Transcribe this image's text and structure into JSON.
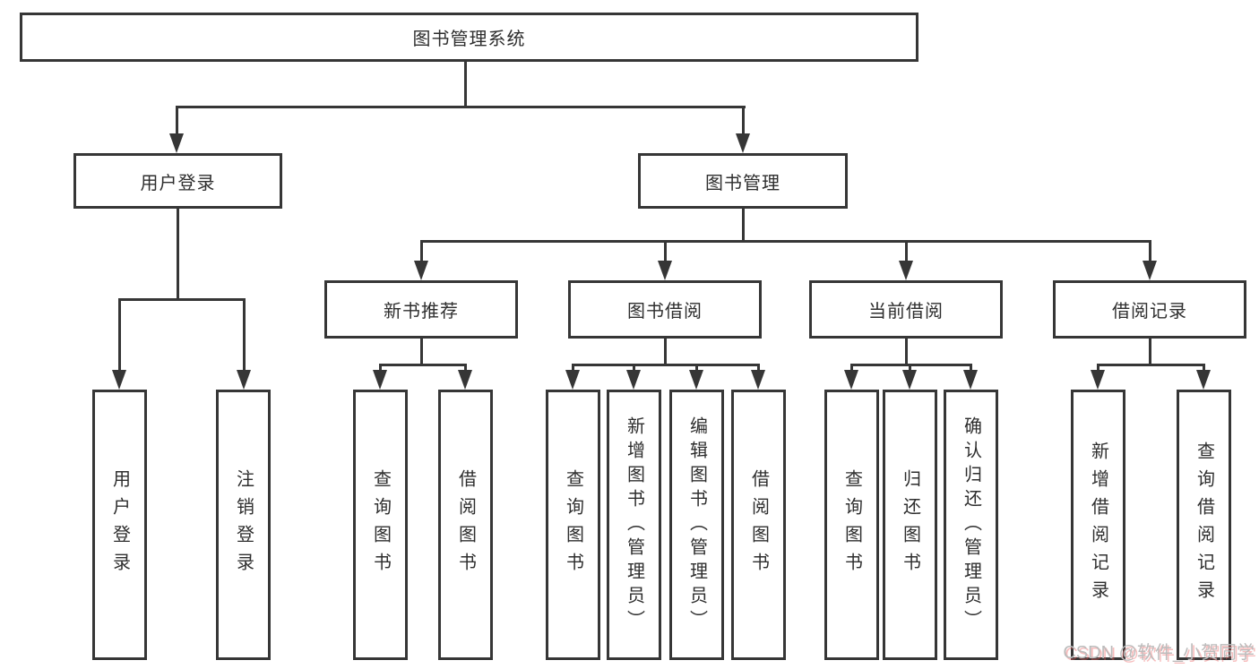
{
  "page": {
    "background": "#ffffff",
    "line_color": "#363636"
  },
  "nodes": {
    "root": "图书管理系统",
    "user_login": "用户登录",
    "book_mgmt": "图书管理",
    "new_book_rec": "新书推荐",
    "book_borrow": "图书借阅",
    "current_borrow": "当前借阅",
    "borrow_records": "借阅记录",
    "leaf_user_login": "用户登录",
    "leaf_logout": "注销登录",
    "leaf_nb_query": "查询图书",
    "leaf_nb_borrow": "借阅图书",
    "leaf_bb_query": "查询图书",
    "leaf_bb_add": "新增图书（管理员）",
    "leaf_bb_edit": "编辑图书（管理员）",
    "leaf_bb_borrow": "借阅图书",
    "leaf_cb_query": "查询图书",
    "leaf_cb_return": "归还图书",
    "leaf_cb_confirm": "确认归还（管理员）",
    "leaf_br_add": "新增借阅记录",
    "leaf_br_query": "查询借阅记录"
  },
  "hierarchy": {
    "图书管理系统": {
      "用户登录": [
        "用户登录",
        "注销登录"
      ],
      "图书管理": {
        "新书推荐": [
          "查询图书",
          "借阅图书"
        ],
        "图书借阅": [
          "查询图书",
          "新增图书（管理员）",
          "编辑图书（管理员）",
          "借阅图书"
        ],
        "当前借阅": [
          "查询图书",
          "归还图书",
          "确认归还（管理员）"
        ],
        "借阅记录": [
          "新增借阅记录",
          "查询借阅记录"
        ]
      }
    }
  },
  "watermark": "CSDN @软件_小贺同学"
}
